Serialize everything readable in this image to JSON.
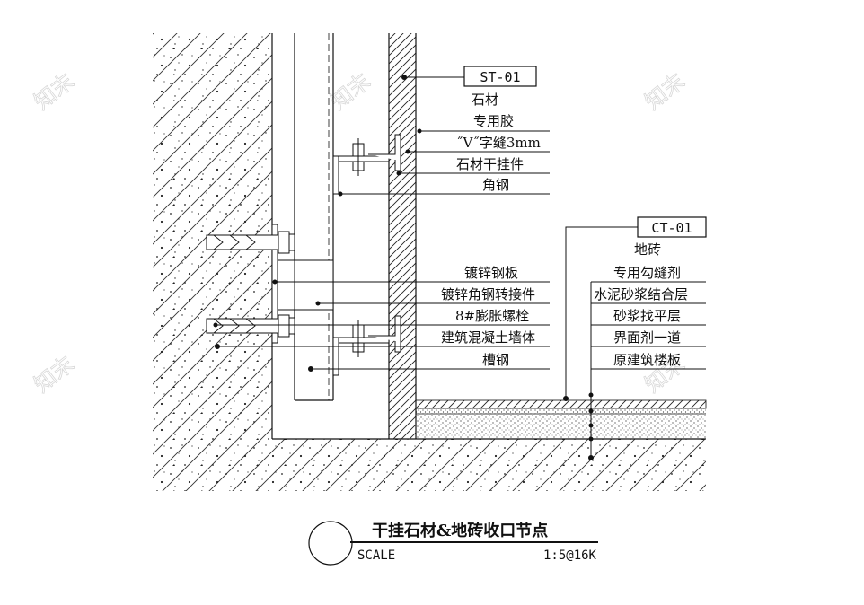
{
  "watermark": "知末",
  "stone": {
    "tag": "ST-01",
    "labels": [
      "石材",
      "专用胶",
      "˝V˝字缝3mm",
      "石材干挂件",
      "角钢",
      "镀锌钢板",
      "镀锌角钢转接件",
      "8#膨胀螺栓",
      "建筑混凝土墙体",
      "槽钢"
    ]
  },
  "tile": {
    "tag": "CT-01",
    "labels": [
      "地砖",
      "专用勾缝剂",
      "水泥砂浆结合层",
      "砂浆找平层",
      "界面剂一道",
      "原建筑楼板"
    ]
  },
  "title_block": {
    "title": "干挂石材&地砖收口节点",
    "scale_label": "SCALE",
    "scale_value": "1:5@16K"
  }
}
